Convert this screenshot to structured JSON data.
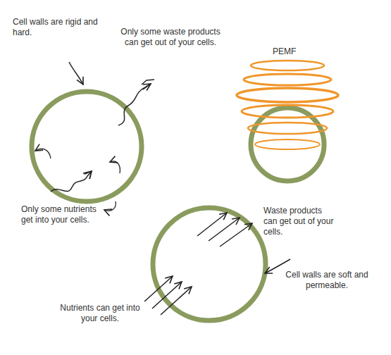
{
  "diagram": {
    "labels": [
      "Cell walls are rigid and hard.",
      "Only some waste products can get out of your cells.",
      "PEMF",
      "Only some nutrients get into your cells.",
      "Waste products can get out of your cells.",
      "Cell walls are soft and permeable.",
      "Nutrients can get into your cells."
    ]
  }
}
